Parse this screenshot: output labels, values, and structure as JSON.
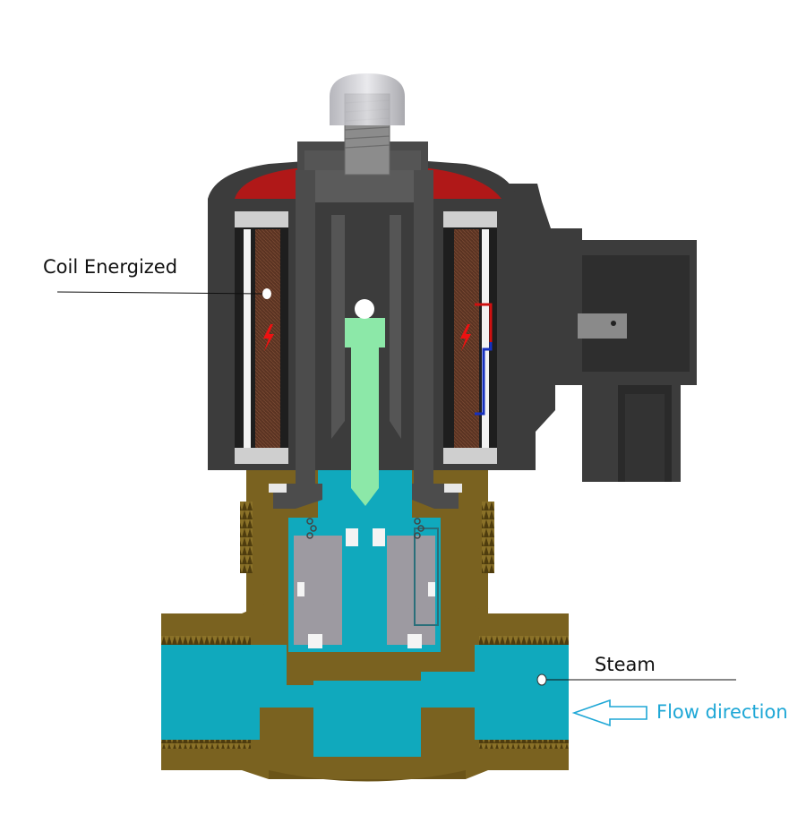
{
  "labels": {
    "coil": "Coil Energized",
    "steam": "Steam",
    "flow": "Flow direction"
  },
  "colors": {
    "brass": "#7a6220",
    "brass_dark": "#5a4612",
    "fluid": "#10a9bd",
    "housing": "#3c3c3c",
    "housing_dark": "#262626",
    "coil": "#5a3322",
    "coil_red": "#b01818",
    "plunger": "#8ce8a8",
    "steel": "#8c8c8c",
    "seat": "#9d9aa1",
    "flow_text": "#1ea7d6"
  }
}
